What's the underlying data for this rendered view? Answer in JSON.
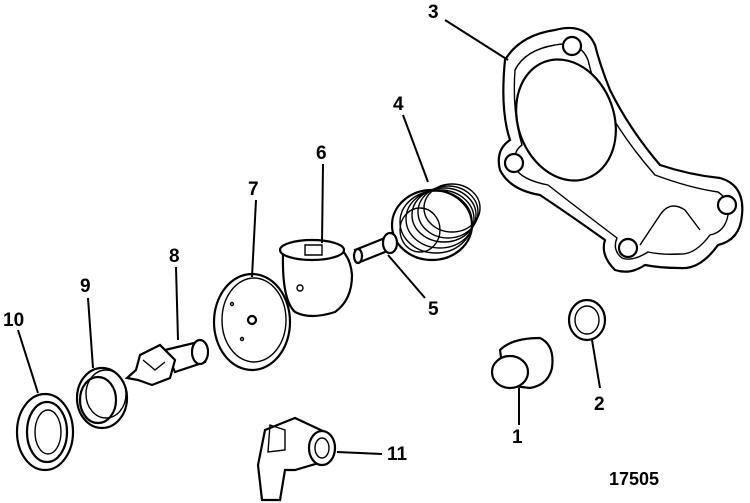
{
  "figure_number": "17505",
  "callouts": [
    {
      "id": "1",
      "label": "1"
    },
    {
      "id": "2",
      "label": "2"
    },
    {
      "id": "3",
      "label": "3"
    },
    {
      "id": "4",
      "label": "4"
    },
    {
      "id": "5",
      "label": "5"
    },
    {
      "id": "6",
      "label": "6"
    },
    {
      "id": "7",
      "label": "7"
    },
    {
      "id": "8",
      "label": "8"
    },
    {
      "id": "9",
      "label": "9"
    },
    {
      "id": "10",
      "label": "10"
    },
    {
      "id": "11",
      "label": "11"
    }
  ]
}
